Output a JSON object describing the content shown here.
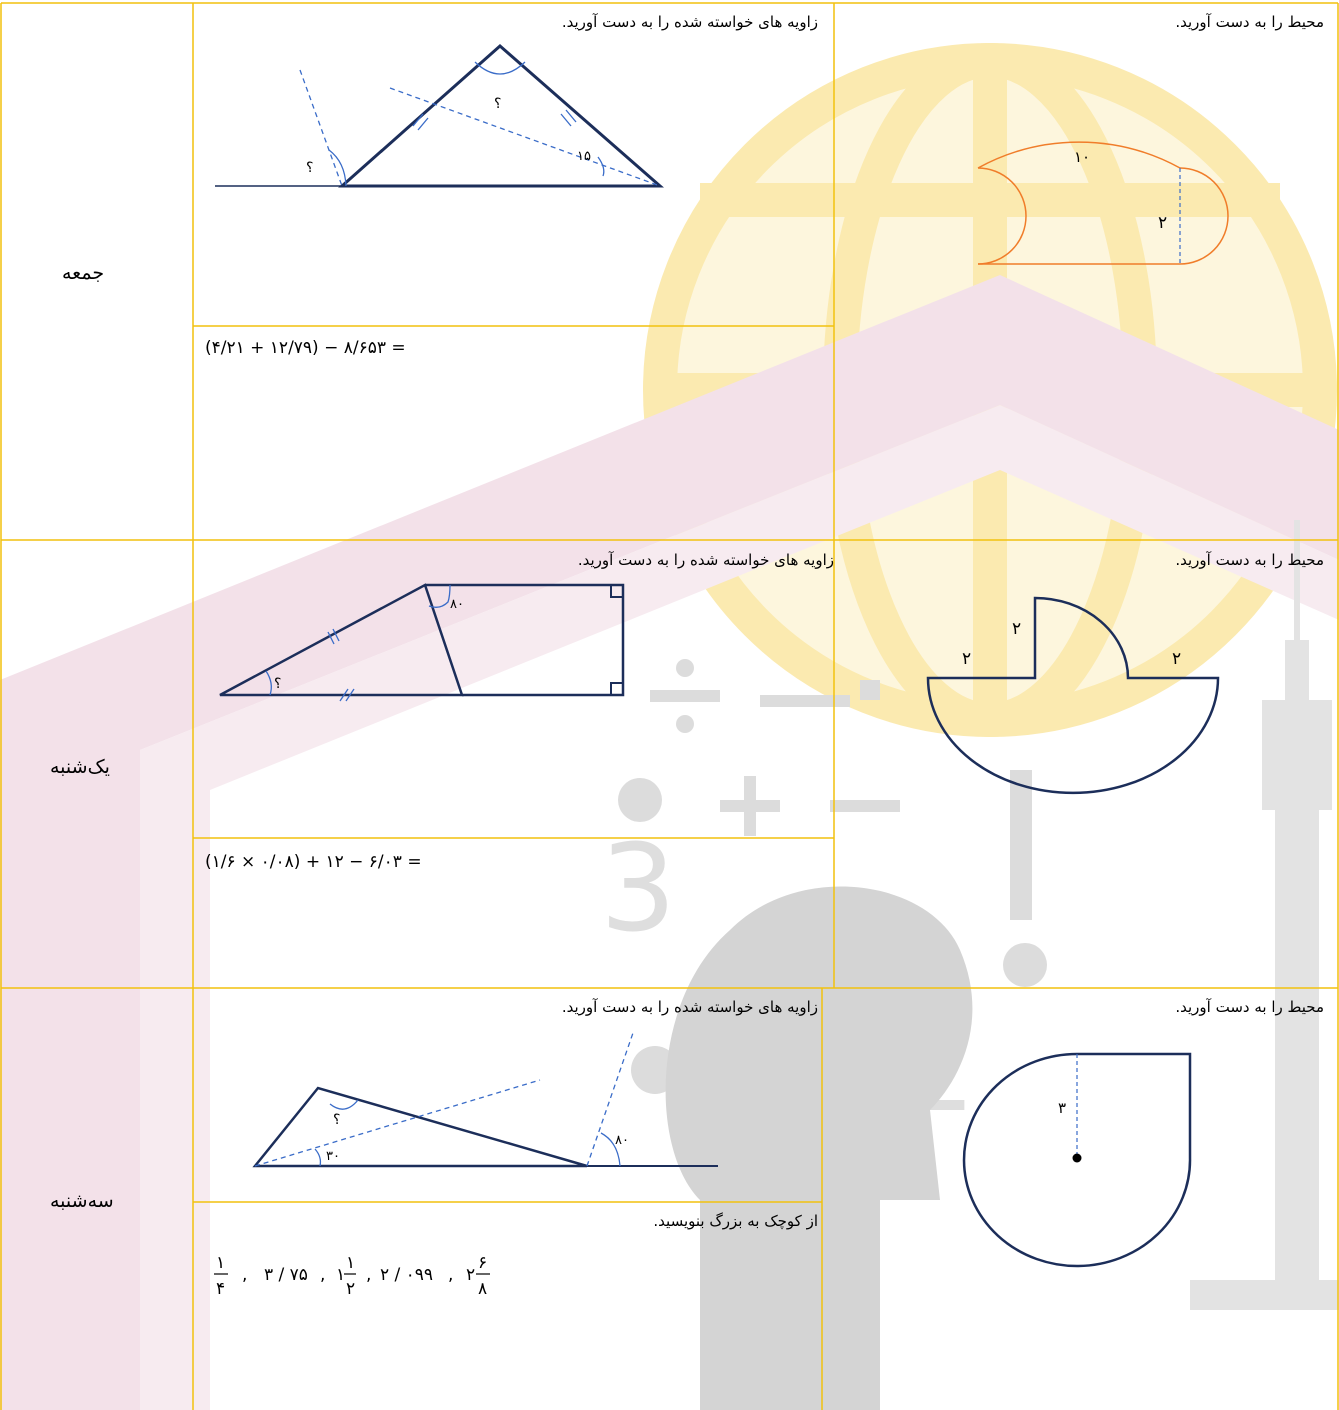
{
  "days": {
    "friday": "جمعه",
    "sunday": "یک‌شنبه",
    "tuesday": "سه‌شنبه"
  },
  "instructions": {
    "angles": "زاویه های خواسته شده را به دست آورید.",
    "perimeter": "محیط را به دست آورید.",
    "order": "از کوچک به بزرگ بنویسید."
  },
  "row1": {
    "expression": "(۴/۲۱ + ۱۲/۷۹) − ۸/۶۵۳ =",
    "angle_labels": {
      "unknown_top": "؟",
      "unknown_left": "؟",
      "given": "۱۵"
    },
    "perimeter_labels": {
      "big": "۱۰",
      "small": "۲"
    }
  },
  "row2": {
    "expression": "(۱/۶ × ۰/۰۸) + ۱۲ − ۶/۰۳ =",
    "angle_labels": {
      "given": "۸۰",
      "unknown": "؟"
    },
    "perimeter_labels": {
      "left": "۲",
      "mid": "۲",
      "right": "۲"
    }
  },
  "row3": {
    "angle_labels": {
      "unknown": "؟",
      "given_left": "۳۰",
      "given_right": "۸۰"
    },
    "perimeter_labels": {
      "radius": "۳"
    },
    "order_list": {
      "f1_num": "۱",
      "f1_den": "۴",
      "sep1": ",",
      "d1": "۳ / ۷۵",
      "sep2": ",",
      "m1_whole": "۱",
      "m1_num": "۱",
      "m1_den": "۲",
      "sep3": ",",
      "d2": "۲ / ۰۹۹",
      "sep4": ",",
      "m2_whole": "۲",
      "m2_num": "۶",
      "m2_den": "۸"
    }
  },
  "colors": {
    "grid": "#f2c10f",
    "shape_dark": "#1c2e5a",
    "shape_orange": "#f07d2a",
    "accent_blue": "#3a6cc8",
    "watermark_pink": "#f0dde6",
    "watermark_yellow": "#fbf1c6"
  }
}
